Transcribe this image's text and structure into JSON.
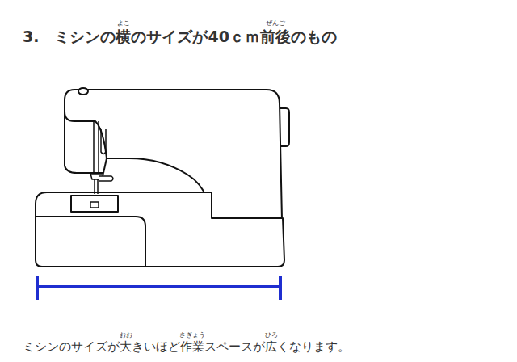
{
  "diagram": {
    "title": "3.　ミシンの横のサイズが40ｃｍ前後のもの",
    "caption": "ミシンのサイズが大きいほど作業スペースが広くなります。",
    "labels": [
      "よこ",
      "ぜんご",
      "おお",
      "さぎょう",
      "ひろ"
    ]
  }
}
